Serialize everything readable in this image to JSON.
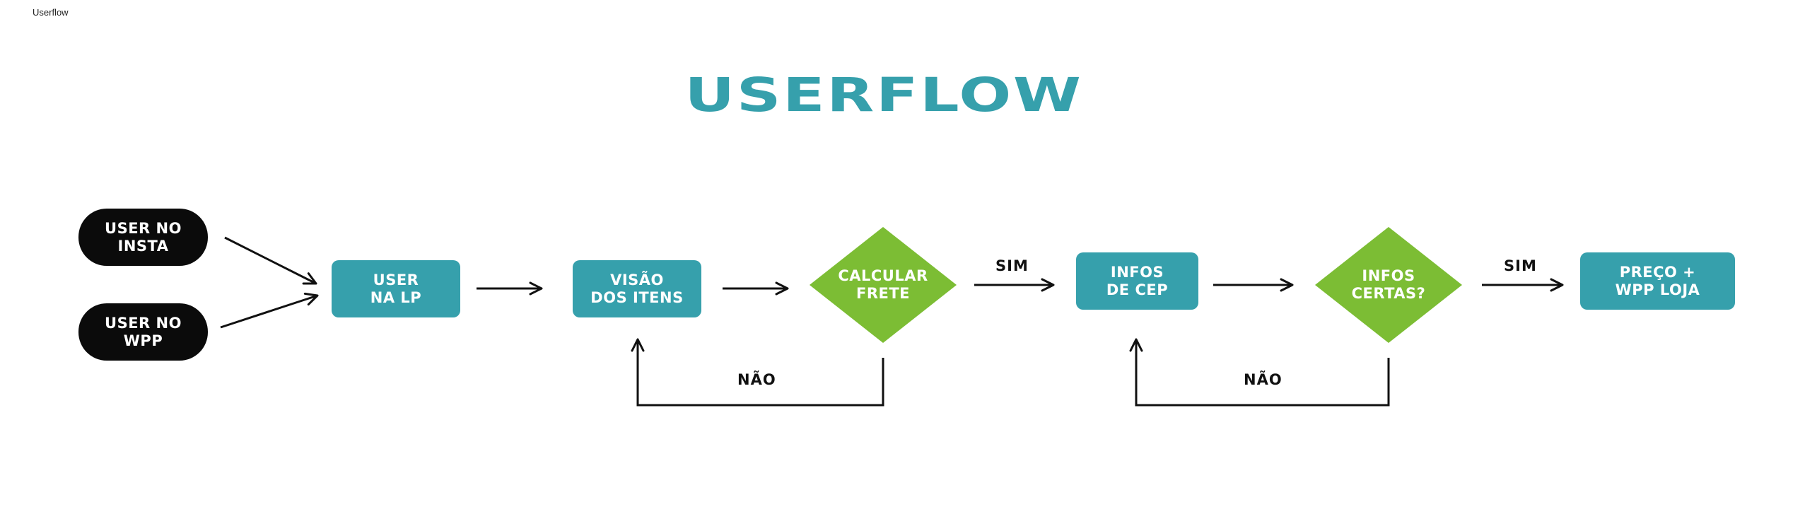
{
  "frame_label": "Userflow",
  "title": "USERFLOW",
  "colors": {
    "teal": "#36A0AC",
    "green": "#7CBD34",
    "black": "#0B0B0B",
    "line": "#111111"
  },
  "nodes": {
    "user_insta": "USER NO\nINSTA",
    "user_wpp": "USER NO\nWPP",
    "user_lp": "USER\nNA LP",
    "visao_itens": "VISÃO\nDOS ITENS",
    "calcular_frete": "CALCULAR\nFRETE",
    "infos_cep": "INFOS\nDE CEP",
    "infos_certas": "INFOS\nCERTAS?",
    "preco_wpp": "PREÇO +\nWPP LOJA"
  },
  "edge_labels": {
    "sim_1": "SIM",
    "sim_2": "SIM",
    "nao_1": "NÃO",
    "nao_2": "NÃO"
  }
}
